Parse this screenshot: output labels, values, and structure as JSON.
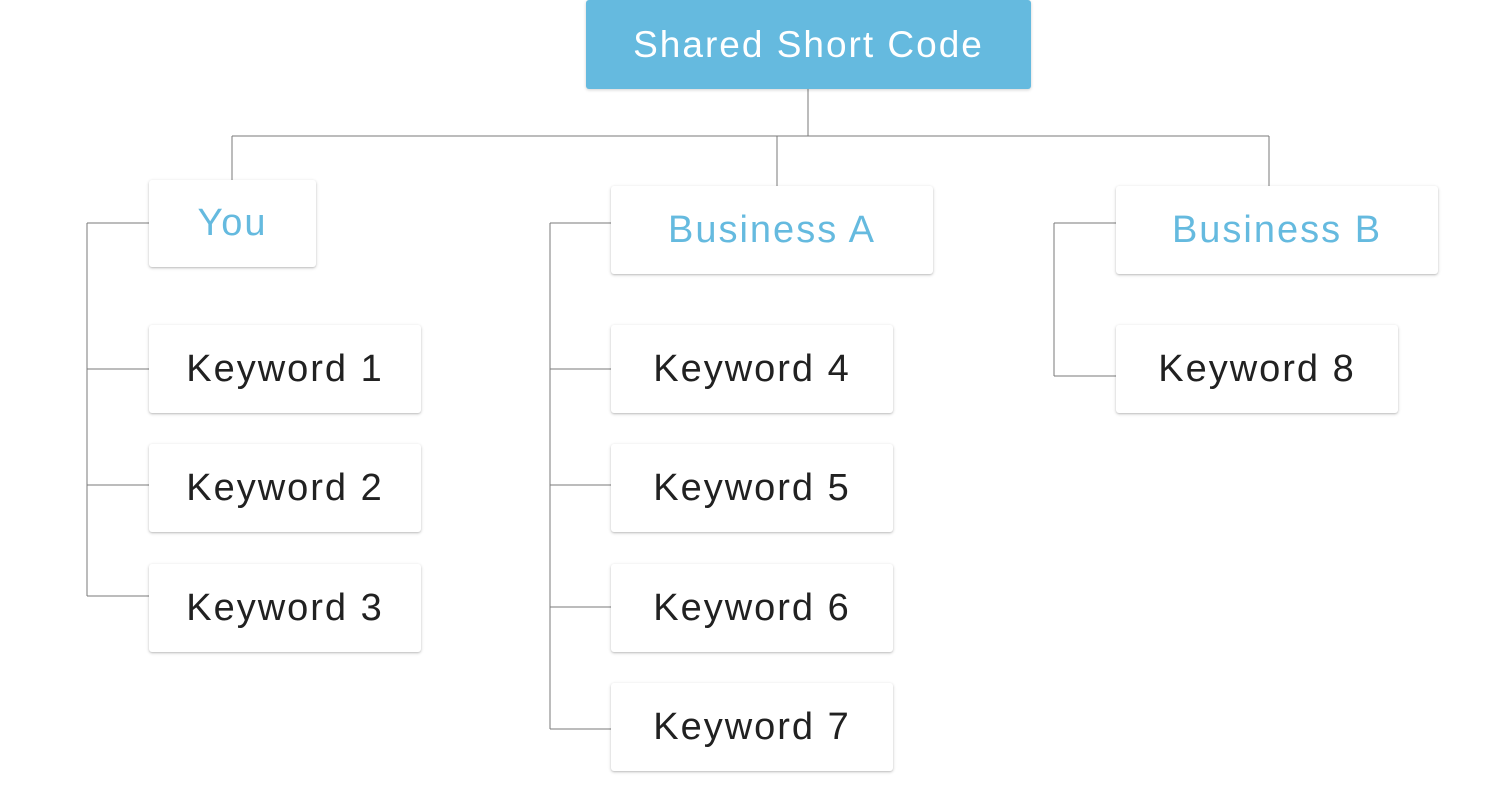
{
  "root": {
    "label": "Shared Short Code"
  },
  "groups": [
    {
      "label": "You",
      "keywords": [
        "Keyword 1",
        "Keyword 2",
        "Keyword 3"
      ]
    },
    {
      "label": "Business A",
      "keywords": [
        "Keyword 4",
        "Keyword 5",
        "Keyword 6",
        "Keyword 7"
      ]
    },
    {
      "label": "Business B",
      "keywords": [
        "Keyword 8"
      ]
    }
  ],
  "colors": {
    "accent": "#65badf",
    "text": "#212121",
    "connector": "#7a7a7a"
  }
}
